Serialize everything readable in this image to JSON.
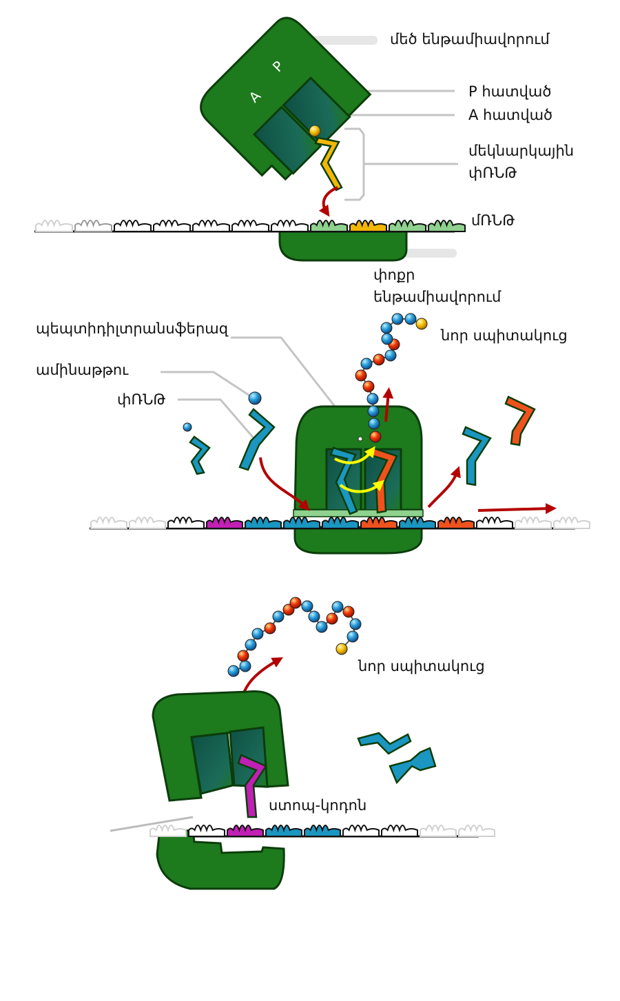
{
  "labels": {
    "large_subunit": "մեծ ենթամիավորում",
    "p_site": "P հատված",
    "a_site": "A հատված",
    "initiator_trna_line1": "մեկնարկային",
    "initiator_trna_line2": "փՌՆԹ",
    "mrna": "մՌՆԹ",
    "small_subunit_line1": "փոքր",
    "small_subunit_line2": "ենթամիավորում",
    "peptidyl_transferase": "պեպտիդիլտրանսֆերազ",
    "new_protein_1": "նոր սպիտակուց",
    "amino_acid": "ամինաթթու",
    "trna": "փՌՆԹ",
    "new_protein_2": "նոր սպիտակուց",
    "stop_codon": "ստոպ-կոդոն",
    "site_a_letter": "A",
    "site_p_letter": "P"
  },
  "colors": {
    "ribosome": "#1d7a1d",
    "ribosome_dark": "#0b3d0b",
    "site_teal": "#1f6b5a",
    "trna_blue": "#1a96c0",
    "trna_orange": "#f0521d",
    "trna_magenta": "#c21fb4",
    "trna_gold": "#f2b705",
    "arrow_red": "#b30000",
    "arrow_yellow": "#ffff00",
    "mrna_light_green": "#8fd18f",
    "leader_gray": "#c4c4c4"
  }
}
